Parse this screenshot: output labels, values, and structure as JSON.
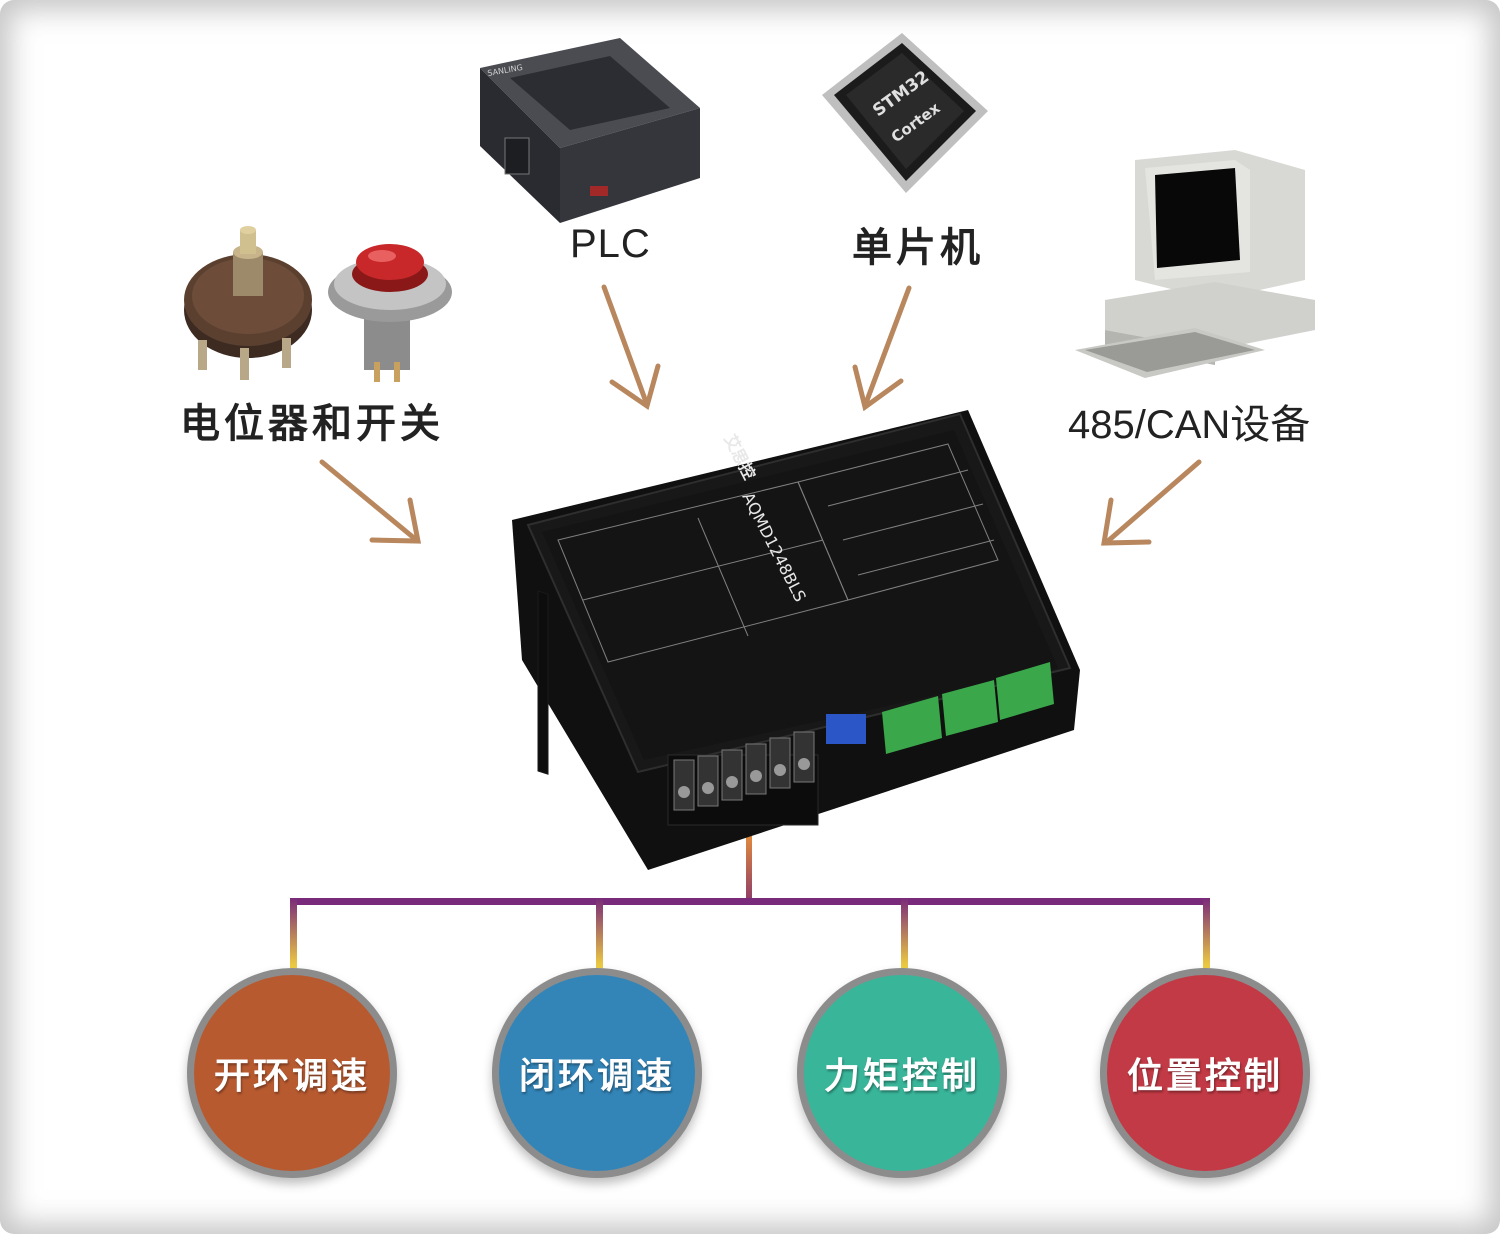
{
  "inputs": {
    "pot_switch": "电位器和开关",
    "plc": "PLC",
    "mcu": "单片机",
    "bus": "485/CAN设备"
  },
  "device": {
    "brand": "艾思控",
    "model": "AQMD1248BLS"
  },
  "mcu_chip": {
    "line1": "STM32",
    "line2": "Cortex"
  },
  "plc_brand": "SANLING",
  "modes": [
    {
      "label": "开环调速",
      "color": "#b85a30"
    },
    {
      "label": "闭环调速",
      "color": "#3385b8"
    },
    {
      "label": "力矩控制",
      "color": "#39b59a"
    },
    {
      "label": "位置控制",
      "color": "#c23a45"
    }
  ],
  "colors": {
    "arrow": "#b9875e",
    "tree_top": "#7a2a7a",
    "tree_bottom": "#f0d040",
    "stem_top": "#e8903a"
  }
}
